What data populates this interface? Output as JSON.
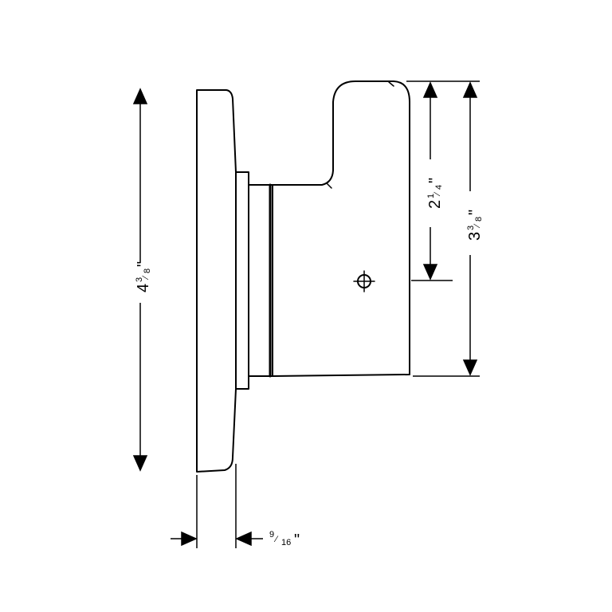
{
  "dimensions": {
    "overall_height": {
      "whole": "4",
      "num": "3",
      "den": "8",
      "unit": "\""
    },
    "handle_height": {
      "whole": "2",
      "num": "1",
      "den": "4",
      "unit": "\""
    },
    "body_height": {
      "whole": "3",
      "num": "3",
      "den": "8",
      "unit": "\""
    },
    "plate_depth": {
      "num": "9",
      "den": "16",
      "unit": "\""
    }
  },
  "colors": {
    "line": "#000000",
    "background": "#ffffff"
  }
}
